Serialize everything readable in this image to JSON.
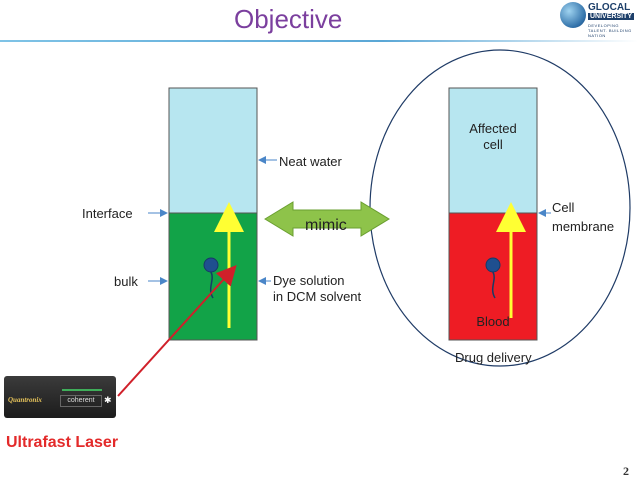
{
  "slide": {
    "title": "Objective",
    "page_number": "2"
  },
  "logo": {
    "line1": "GLOCAL",
    "line2": "UNIVERSITY",
    "line3": "DEVELOPING TALENT. BUILDING NATION"
  },
  "left_column": {
    "neat_water_label": "Neat water",
    "interface_label": "Interface",
    "bulk_label": "bulk",
    "dye_label_line1": "Dye solution",
    "dye_label_line2": "in DCM solvent"
  },
  "mimic": {
    "label": "mimic"
  },
  "right_column": {
    "affected_line1": "Affected",
    "affected_line2": "cell",
    "membrane_line1": "Cell",
    "membrane_line2": "membrane",
    "blood_label": "Blood",
    "drug_delivery_label": "Drug delivery"
  },
  "laser": {
    "brand": "Quantronix",
    "model": "coherent",
    "label": "Ultrafast Laser"
  },
  "colors": {
    "title": "#7b3f9e",
    "water": "#b7e6f0",
    "bulk": "#12a348",
    "blood": "#ee1c24",
    "arrow_yellow": "#ffff33",
    "mimic_arrow": "#8ec34a",
    "laser_beam": "#d0202a",
    "laser_text": "#e32a2a"
  },
  "icons": {
    "molecule_left": "molecule-icon",
    "molecule_right": "molecule-icon",
    "mimic_arrow": "double-arrow-icon"
  }
}
